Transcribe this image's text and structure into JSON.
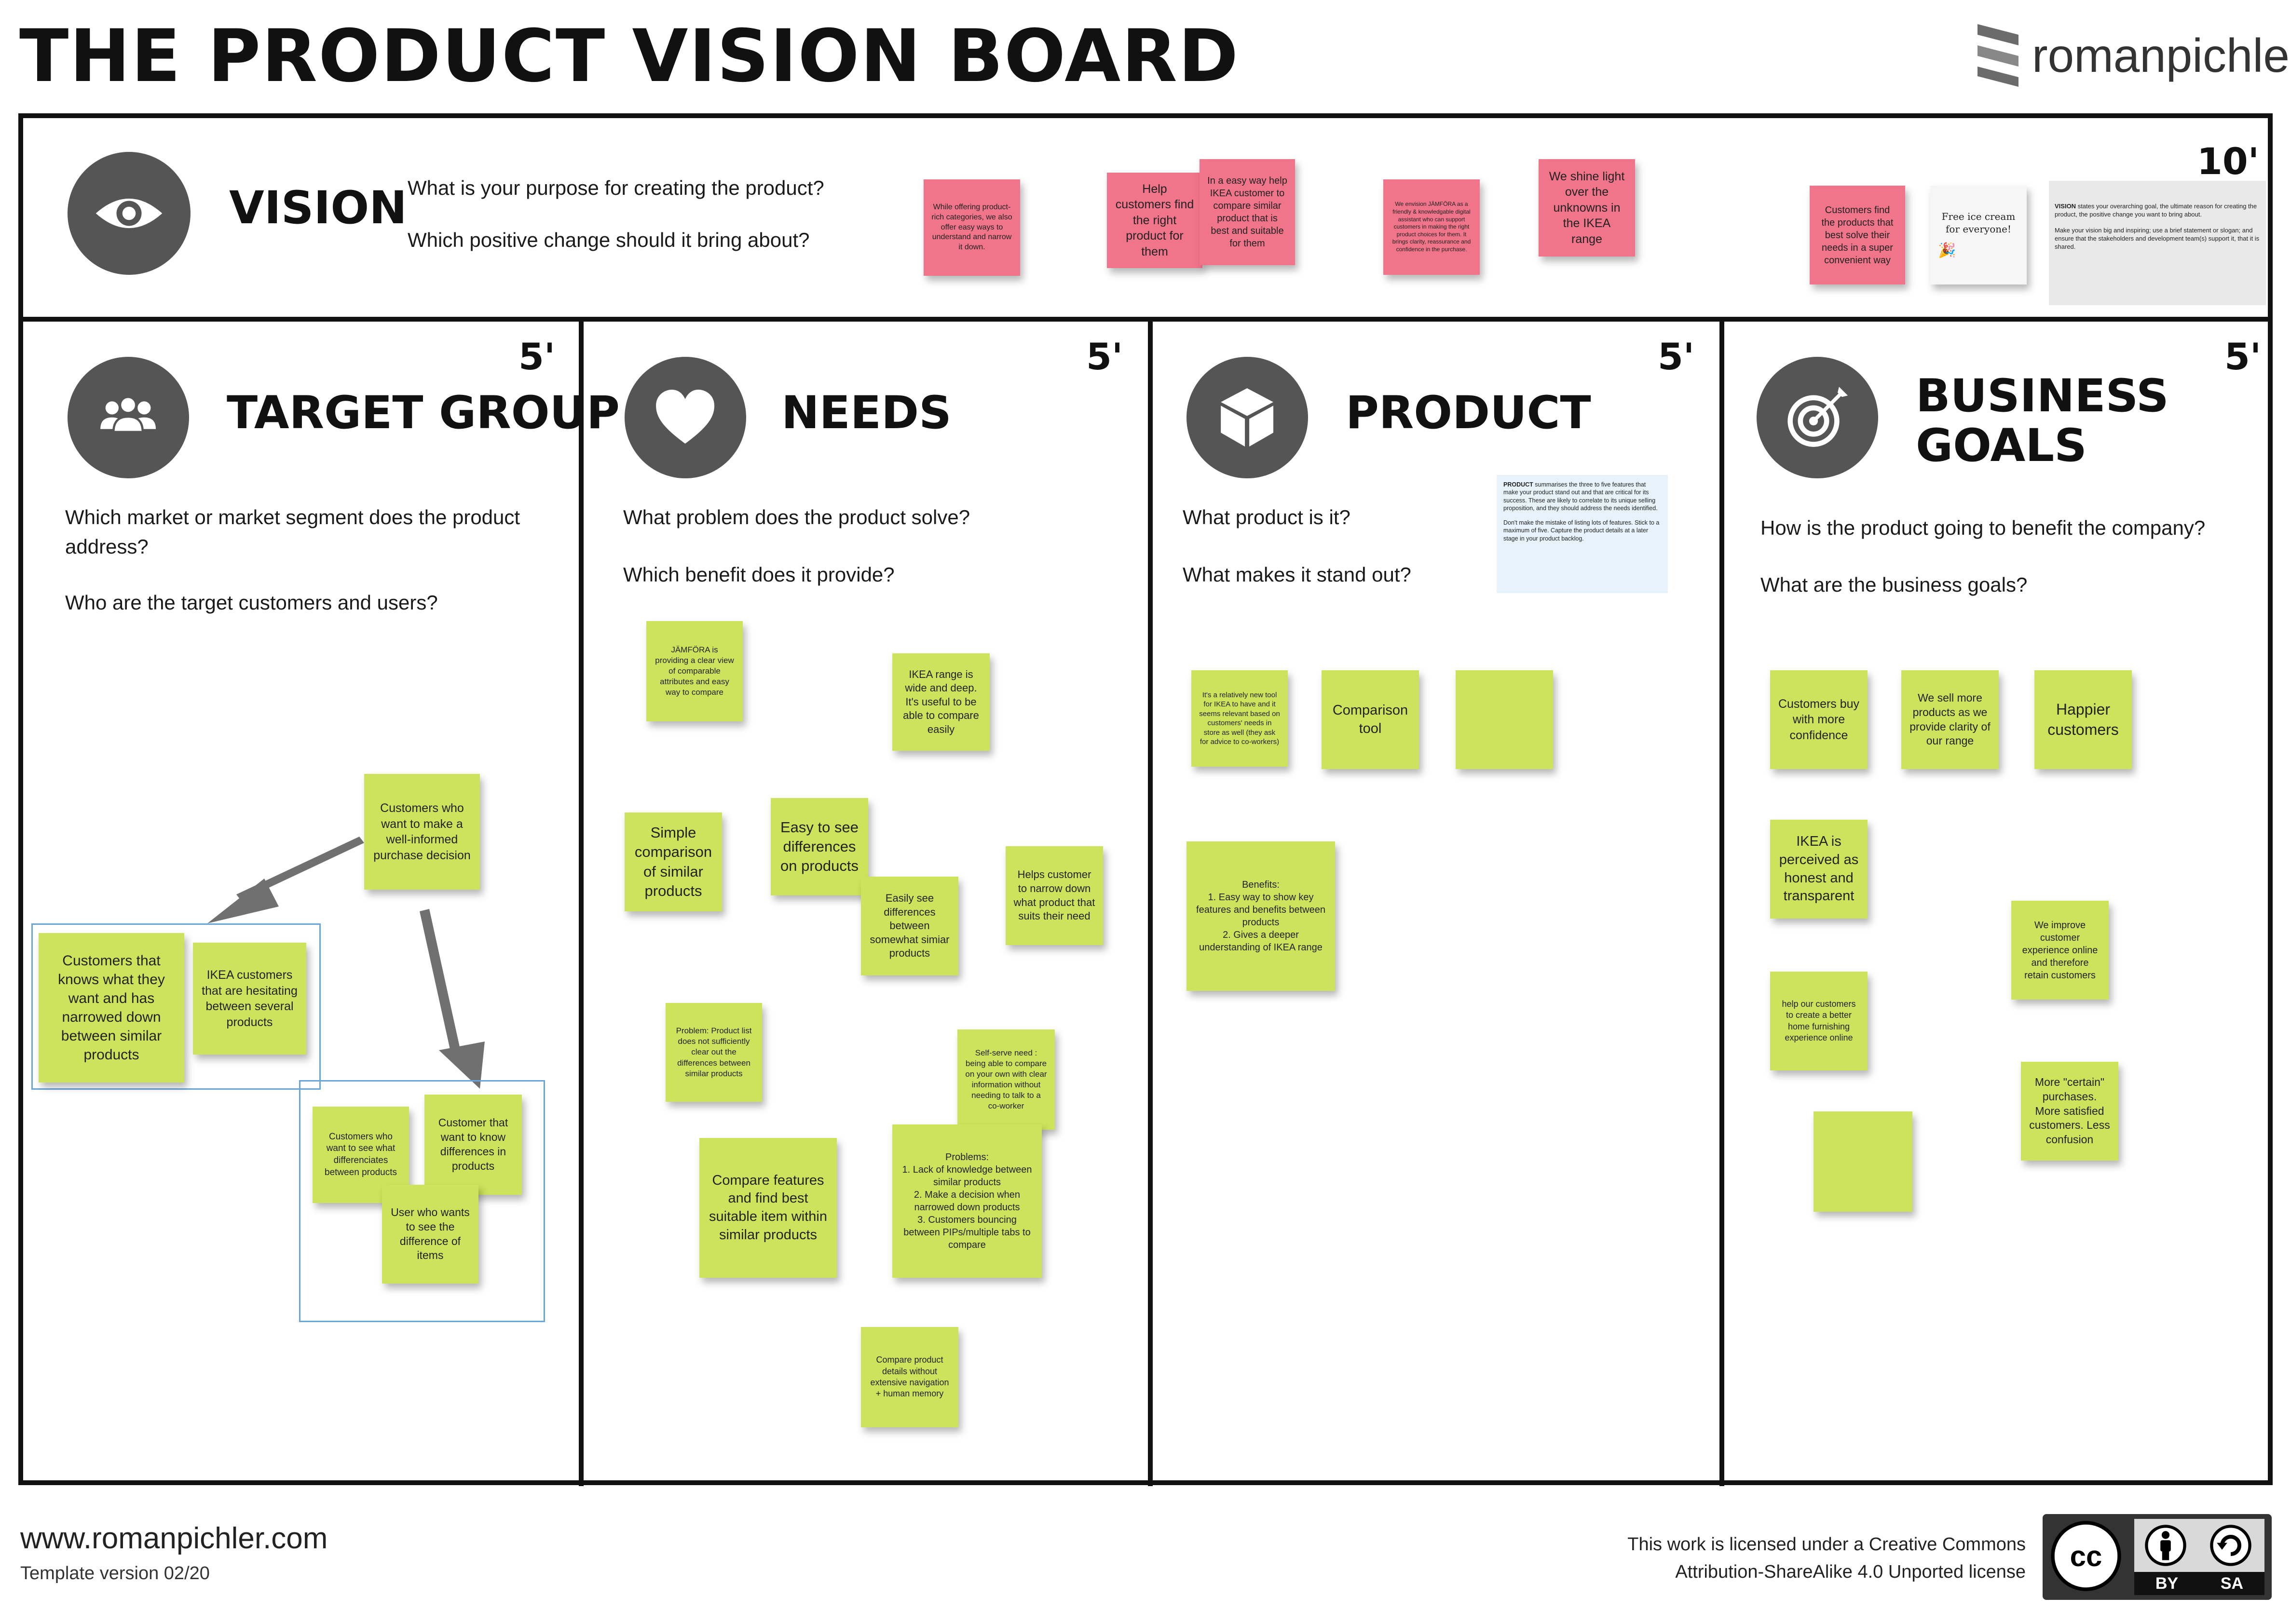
{
  "header": {
    "title": "THE  PRODUCT  VISION  BOARD",
    "brand": "romanpichler"
  },
  "vision": {
    "title": "VISION",
    "time": "10'",
    "q1": "What is your purpose for creating the product?",
    "q2": "Which positive change should it bring about?",
    "notes": [
      "While offering product-rich categories, we also offer easy ways to understand and narrow it down.",
      "Help customers find the right product for them",
      "In a easy way help IKEA customer to compare similar product that is best and suitable for them",
      "We envision JÄMFÖRA as a friendly & knowledgable digital assistant who can support customers in making the right product choices for them. It brings clarity, reassurance and confidence in the purchase.",
      "We shine light over the unknowns in the IKEA range",
      "Customers find the products that best solve their needs in a super convenient way",
      "Free ice cream for everyone!"
    ],
    "info": {
      "label": "VISION",
      "text1": " states your overarching goal, the ultimate reason for creating the product, the positive change you want to bring about.",
      "text2": "Make your vision big and inspiring; use a brief statement or slogan; and ensure that the stakeholders and development team(s) support it, that it is shared."
    }
  },
  "target_group": {
    "title": "TARGET  GROUP",
    "time": "5'",
    "q1": "Which market or market segment does the product address?",
    "q2": "Who are the target customers and users?",
    "notes": [
      "Customers who want to make a well-informed purchase decision",
      "Customers that knows what  they want and has narrowed down between similar products",
      "IKEA customers that are hesitating between several products",
      "Customers who want to see what differenciates between products",
      "Customer that want to know differences in products",
      "User who wants to see the difference of items"
    ]
  },
  "needs": {
    "title": "NEEDS",
    "time": "5'",
    "q1": "What problem does the product solve?",
    "q2": "Which benefit does it provide?",
    "notes": [
      "JÄMFÖRA is providing a clear view of comparable attributes and easy way to compare",
      "IKEA range is wide and deep. It's useful to be able to compare easily",
      "Simple comparison of similar products",
      "Easy to see differences on products",
      "Easily see differences between somewhat simiar products",
      "Helps customer to narrow down what product that suits their need",
      "Problem: Product list does not sufficiently clear out the differences between similar products",
      "Self-serve need : being able to compare on your own with clear information without needing to talk to a co-worker",
      "Compare features and find best suitable item within similar products",
      "Problems:\n1. Lack of  knowledge between similar products\n2. Make a decision when narrowed down products\n3. Customers bouncing between PIPs/multiple tabs to compare",
      "Compare product details without extensive navigation + human memory"
    ]
  },
  "product": {
    "title": "PRODUCT",
    "time": "5'",
    "q1": "What product is it?",
    "q2": "What makes it stand out?",
    "info": {
      "label": "PRODUCT",
      "text1": " summarises the three to five features that make your product stand out and that are critical for its success. These are likely to correlate to its unique selling proposition, and they should address the needs identified.",
      "text2": "Don't make the mistake of listing lots of features. Stick to a maximum of five. Capture the product details at a later stage in your product backlog."
    },
    "notes": [
      "It's a relatively new tool for IKEA to have and it seems relevant based on customers' needs in store as well (they ask for advice to co-workers)",
      "Comparison tool",
      "",
      "Benefits:\n1. Easy way to show key features and benefits between products\n2. Gives a deeper understanding of IKEA range"
    ]
  },
  "business_goals": {
    "title": "BUSINESS\nGOALS",
    "time": "5'",
    "q1": "How is the product going to benefit the company?",
    "q2": "What are the business goals?",
    "notes": [
      "Customers buy with more confidence",
      "We sell more products as we provide clarity of our range",
      "Happier customers",
      "IKEA is perceived as honest and transparent",
      "We improve customer experience online and therefore retain customers",
      "help our customers to create a better home furnishing experience online",
      "More \"certain\" purchases. More satisfied customers. Less confusion",
      ""
    ]
  },
  "footer": {
    "url": "www.romanpichler.com",
    "version": "Template version 02/20",
    "license_line1": "This work is licensed under a Creative Commons",
    "license_line2": "Attribution-ShareAlike 4.0 Unported license",
    "cc_by": "BY",
    "cc_sa": "SA"
  },
  "colors": {
    "sticky_green": "#cde35c",
    "sticky_pink": "#f0748a",
    "icon_circle": "#555555",
    "selection": "#6aa6dc"
  }
}
